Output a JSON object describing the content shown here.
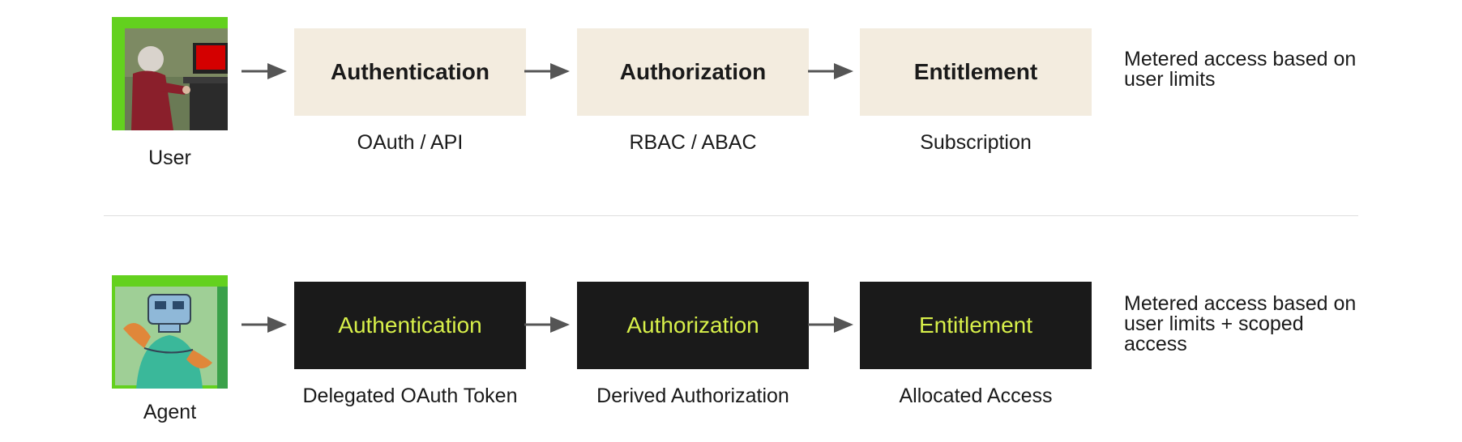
{
  "rows": [
    {
      "actor": "User",
      "actor_icon": "user-at-computer-icon",
      "steps": [
        {
          "label": "Authentication",
          "caption": "OAuth / API"
        },
        {
          "label": "Authorization",
          "caption": "RBAC / ABAC"
        },
        {
          "label": "Entitlement",
          "caption": "Subscription"
        }
      ],
      "note": "Metered access based on user limits"
    },
    {
      "actor": "Agent",
      "actor_icon": "robot-agent-icon",
      "steps": [
        {
          "label": "Authentication",
          "caption": "Delegated OAuth Token"
        },
        {
          "label": "Authorization",
          "caption": "Derived Authorization"
        },
        {
          "label": "Entitlement",
          "caption": "Allocated Access"
        }
      ],
      "note": "Metered access based on user limits + scoped access"
    }
  ],
  "colors": {
    "light_box": "#f3ecdf",
    "dark_box": "#1a1a1a",
    "dark_box_text": "#d8f04a",
    "arrow": "#555555",
    "avatar_bg": "#5fd21c"
  }
}
